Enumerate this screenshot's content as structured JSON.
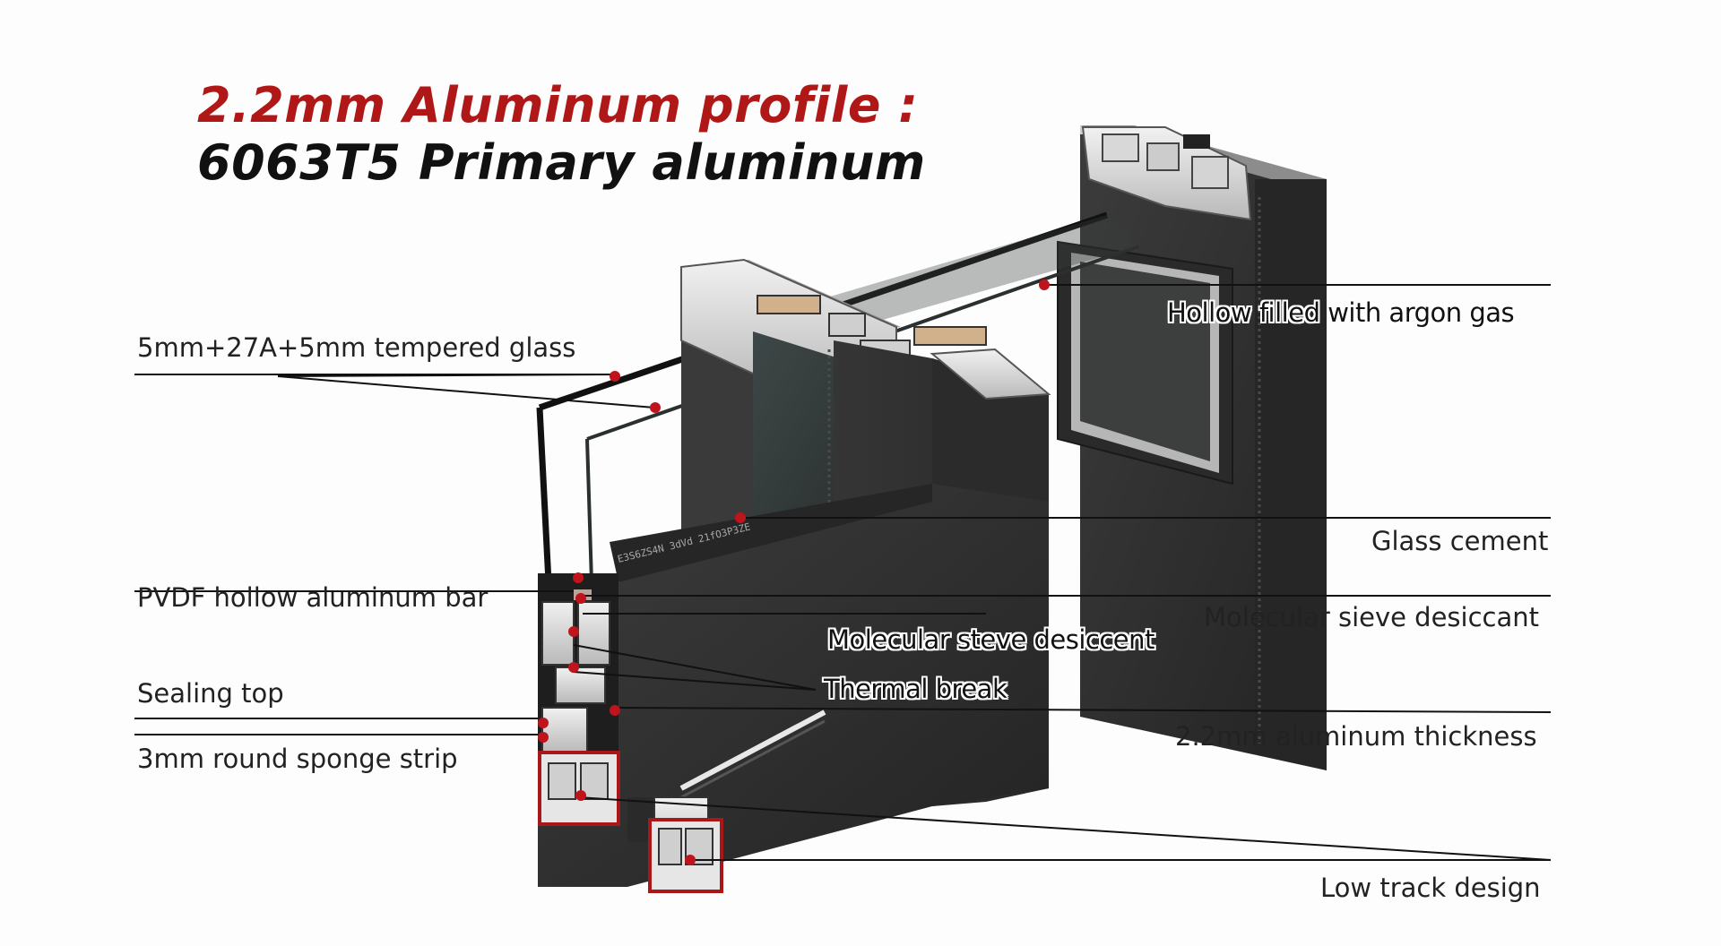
{
  "title": {
    "line1": "2.2mm Aluminum profile :",
    "line2": "6063T5 Primary aluminum"
  },
  "colors": {
    "title_accent": "#b01818",
    "profile_dark": "#2f2f2f",
    "marker_red": "#c0141c",
    "leader_line": "#111111"
  },
  "labels": {
    "tempered_glass": "5mm+27A+5mm tempered glass",
    "pvdf_bar": "PVDF hollow aluminum bar",
    "sealing_top": "Sealing top",
    "sponge_strip": "3mm round sponge strip",
    "argon_gas": "Hollow filled with argon gas",
    "glass_cement": "Glass cement",
    "desiccant_right": "Molecular sieve desiccant",
    "desiccant_center": "Molecular steve desiccent",
    "thermal_break": "Thermal break",
    "aluminum_thickness": "2.2mm aluminum thickness",
    "low_track": "Low track design"
  }
}
